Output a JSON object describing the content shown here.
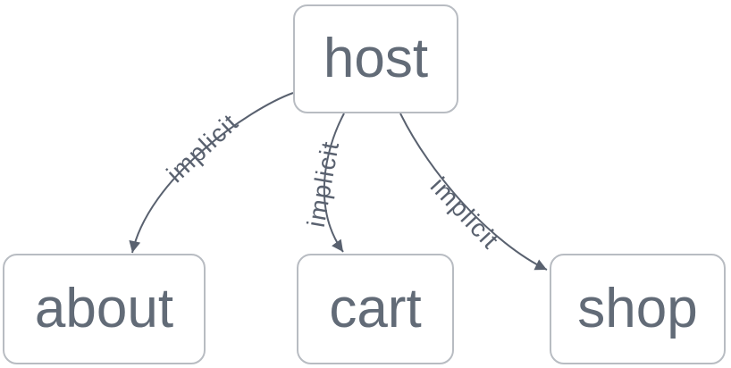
{
  "diagram": {
    "nodes": {
      "host": {
        "label": "host"
      },
      "about": {
        "label": "about"
      },
      "cart": {
        "label": "cart"
      },
      "shop": {
        "label": "shop"
      }
    },
    "edges": [
      {
        "from": "host",
        "to": "about",
        "label": "implicit"
      },
      {
        "from": "host",
        "to": "cart",
        "label": "implicit"
      },
      {
        "from": "host",
        "to": "shop",
        "label": "implicit"
      }
    ],
    "colors": {
      "node_text": "#626b77",
      "node_border": "#b8bcc2",
      "edge": "#59616f",
      "background": "#ffffff"
    }
  }
}
